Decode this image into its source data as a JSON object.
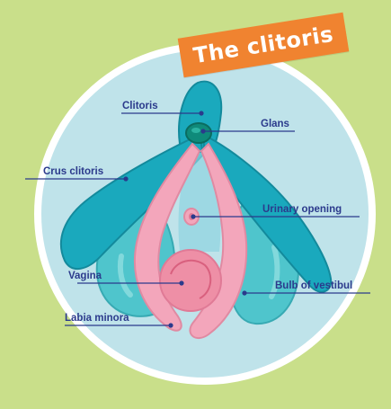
{
  "title": "The clitoris",
  "labels": {
    "clitoris": "Clitoris",
    "glans": "Glans",
    "crus_clitoris": "Crus clitoris",
    "urinary_opening": "Urinary opening",
    "vagina": "Vagina",
    "bulb_of_vestibul": "Bulb of vestibul",
    "labia_minora": "Labia minora"
  },
  "colors": {
    "background": "#c9df8a",
    "circle": "#bfe3ea",
    "circle_border": "#ffffff",
    "crus": "#1aa9bd",
    "bulb": "#4fc5cc",
    "labia": "#f3a6bb",
    "vagina": "#ee8fa6",
    "glans": "#0f8a7a",
    "title_bg": "#f08330",
    "label_text": "#2b3a8c"
  }
}
